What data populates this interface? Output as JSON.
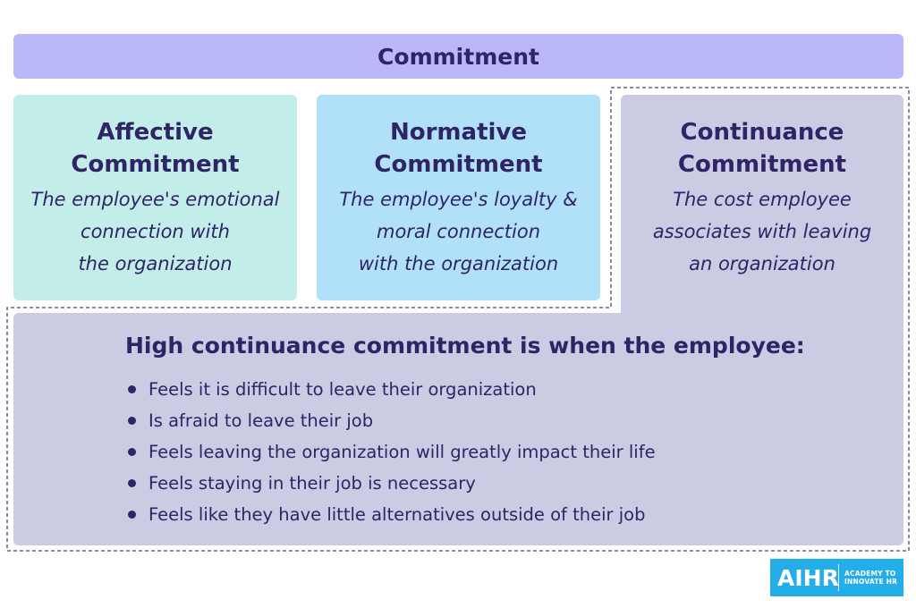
{
  "header": {
    "title": "Commitment"
  },
  "cards": [
    {
      "title_line1": "Affective",
      "title_line2": "Commitment",
      "desc_line1": "The employee's emotional",
      "desc_line2": "connection with",
      "desc_line3": "the organization"
    },
    {
      "title_line1": "Normative",
      "title_line2": "Commitment",
      "desc_line1": "The employee's loyalty &",
      "desc_line2": "moral connection",
      "desc_line3": "with the organization"
    },
    {
      "title_line1": "Continuance",
      "title_line2": "Commitment",
      "desc_line1": "The cost employee",
      "desc_line2": "associates with leaving",
      "desc_line3": "an organization"
    }
  ],
  "detail": {
    "title": "High continuance commitment is when the employee:",
    "bullets": [
      "Feels it is difficult to leave their organization",
      "Is afraid to leave their job",
      "Feels leaving the organization will greatly impact their life",
      "Feels staying in their job is necessary",
      "Feels like they have little alternatives outside of their job"
    ]
  },
  "logo": {
    "mark": "AIHR",
    "tagline_line1": "ACADEMY TO",
    "tagline_line2": "INNOVATE HR"
  },
  "colors": {
    "header_bg": "#bbb8f7",
    "affective_bg": "#c3ede8",
    "normative_bg": "#b0e1f9",
    "continuance_bg": "#cbcbe3",
    "text": "#2e2466",
    "logo_bg": "#23aeea"
  }
}
